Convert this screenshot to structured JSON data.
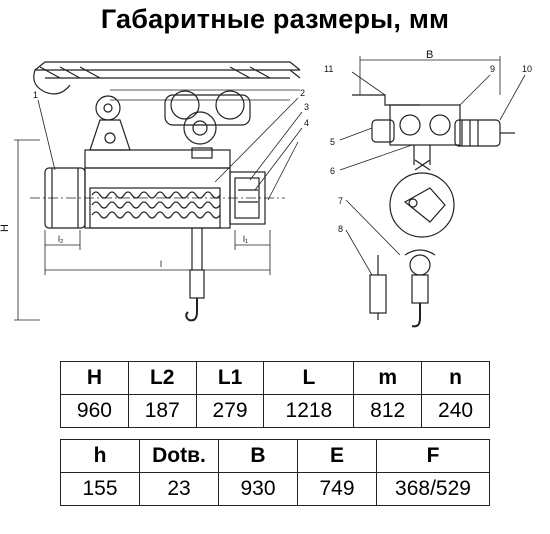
{
  "title": "Габаритные размеры, мм",
  "drawing": {
    "callouts": [
      "1",
      "2",
      "3",
      "4",
      "5",
      "6",
      "7",
      "8",
      "9",
      "10",
      "11"
    ],
    "dimensions": {
      "H": "H",
      "l2": "l₂",
      "l1": "l₁",
      "l": "l",
      "B": "B"
    }
  },
  "table1": {
    "headers": [
      "H",
      "L2",
      "L1",
      "L",
      "m",
      "n"
    ],
    "values": [
      "960",
      "187",
      "279",
      "1218",
      "812",
      "240"
    ]
  },
  "table2": {
    "headers": [
      "h",
      "Dotв.",
      "B",
      "E",
      "F"
    ],
    "values": [
      "155",
      "23",
      "930",
      "749",
      "368/529"
    ]
  }
}
